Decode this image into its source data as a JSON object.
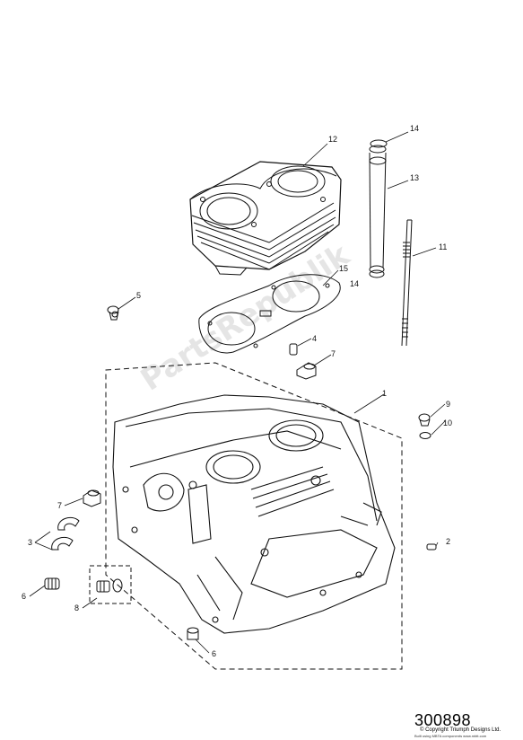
{
  "diagram": {
    "reference_number": "300898",
    "copyright": "© Copyright Triumph Designs Ltd.",
    "copyright_small": "Built using MBTA components www.mbtt.com",
    "watermark": "PartsRepublik",
    "callouts": [
      "1",
      "2",
      "3",
      "4",
      "5",
      "6",
      "6",
      "7",
      "7",
      "8",
      "9",
      "10",
      "11",
      "12",
      "13",
      "14",
      "14",
      "15"
    ]
  }
}
